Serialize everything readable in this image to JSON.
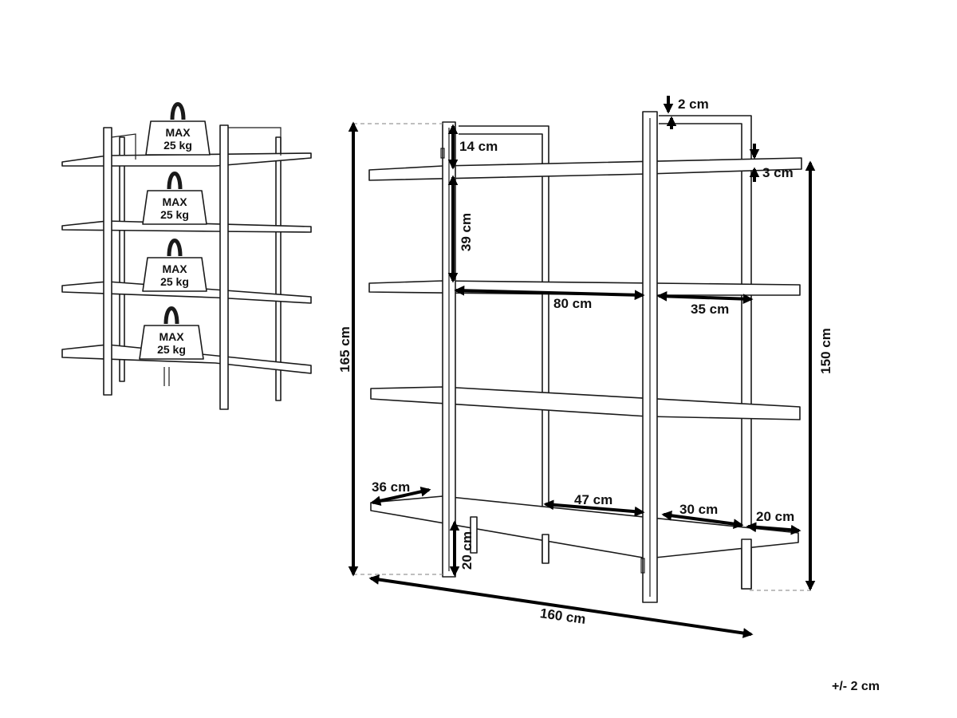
{
  "weights": [
    {
      "line1": "MAX",
      "line2": "25 kg"
    },
    {
      "line1": "MAX",
      "line2": "25 kg"
    },
    {
      "line1": "MAX",
      "line2": "25 kg"
    },
    {
      "line1": "MAX",
      "line2": "25 kg"
    }
  ],
  "dimensions": {
    "frame_top_offset": "2 cm",
    "top_gap": "14 cm",
    "shelf_thickness": "3 cm",
    "shelf_spacing": "39 cm",
    "inner_width": "80 cm",
    "side_width": "35 cm",
    "total_height": "165 cm",
    "shelf_height": "150 cm",
    "depth": "36 cm",
    "lower_center_width": "47 cm",
    "lower_side_width": "30 cm",
    "overhang": "20 cm",
    "foot_height": "20 cm",
    "total_width": "160 cm"
  },
  "tolerance": "+/- 2 cm"
}
